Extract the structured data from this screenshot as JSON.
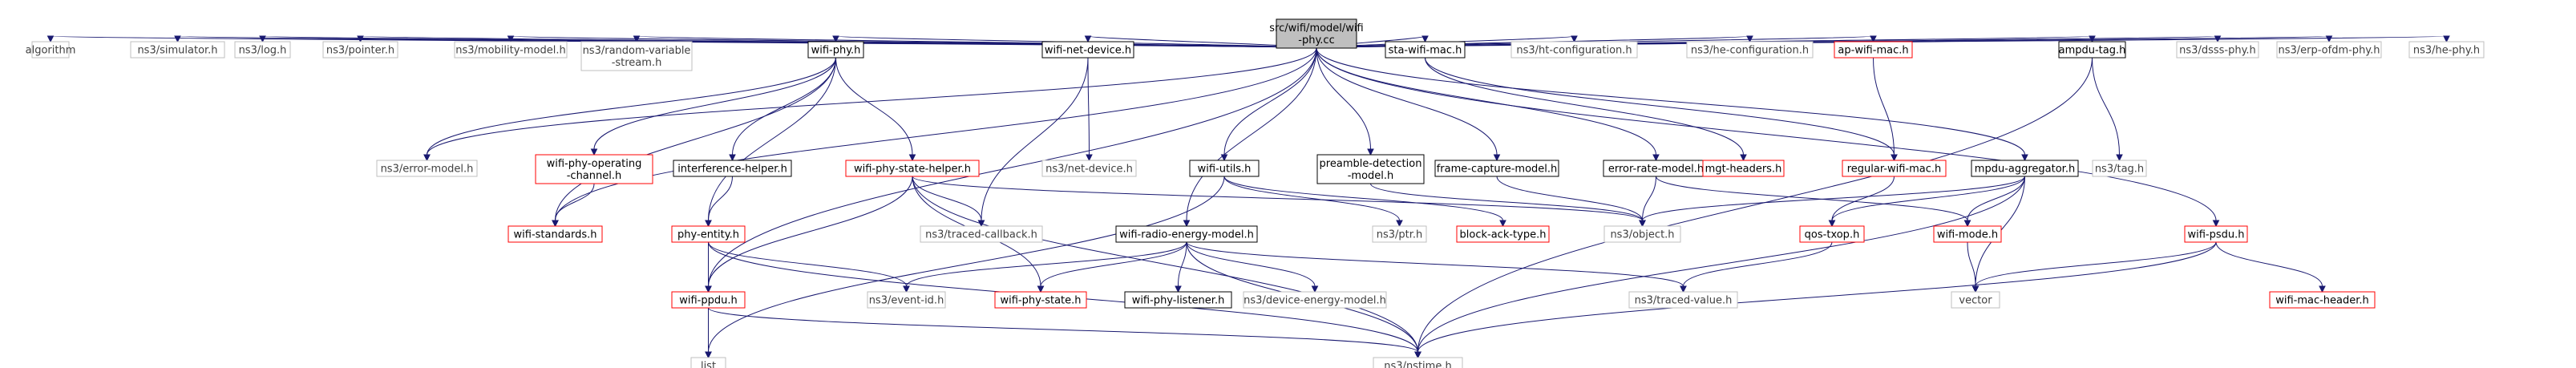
{
  "colors": {
    "root_fill": "#bfbfbf",
    "root_stroke": "#000000",
    "documented_stroke": "#000000",
    "external_stroke": "#bfbfbf",
    "missing_stroke": "#ff0000",
    "external_text": "#404040",
    "edge": "#191970"
  },
  "nodes": [
    {
      "id": "root",
      "lines": [
        "src/wifi/model/wifi",
        "-phy.cc"
      ],
      "style": "root"
    },
    {
      "id": "algorithm",
      "lines": [
        "algorithm"
      ],
      "style": "external"
    },
    {
      "id": "simulator",
      "lines": [
        "ns3/simulator.h"
      ],
      "style": "external"
    },
    {
      "id": "log",
      "lines": [
        "ns3/log.h"
      ],
      "style": "external"
    },
    {
      "id": "pointer",
      "lines": [
        "ns3/pointer.h"
      ],
      "style": "external"
    },
    {
      "id": "mobility",
      "lines": [
        "ns3/mobility-model.h"
      ],
      "style": "external"
    },
    {
      "id": "random",
      "lines": [
        "ns3/random-variable",
        "-stream.h"
      ],
      "style": "external"
    },
    {
      "id": "wifiphy",
      "lines": [
        "wifi-phy.h"
      ],
      "style": "documented"
    },
    {
      "id": "netdevice",
      "lines": [
        "wifi-net-device.h"
      ],
      "style": "documented"
    },
    {
      "id": "stamac",
      "lines": [
        "sta-wifi-mac.h"
      ],
      "style": "documented"
    },
    {
      "id": "htconf",
      "lines": [
        "ns3/ht-configuration.h"
      ],
      "style": "external"
    },
    {
      "id": "heconf",
      "lines": [
        "ns3/he-configuration.h"
      ],
      "style": "external"
    },
    {
      "id": "apmac",
      "lines": [
        "ap-wifi-mac.h"
      ],
      "style": "missing"
    },
    {
      "id": "ampdutag",
      "lines": [
        "ampdu-tag.h"
      ],
      "style": "documented"
    },
    {
      "id": "dsss",
      "lines": [
        "ns3/dsss-phy.h"
      ],
      "style": "external"
    },
    {
      "id": "erpofdm",
      "lines": [
        "ns3/erp-ofdm-phy.h"
      ],
      "style": "external"
    },
    {
      "id": "hephy",
      "lines": [
        "ns3/he-phy.h"
      ],
      "style": "external"
    },
    {
      "id": "errormodel",
      "lines": [
        "ns3/error-model.h"
      ],
      "style": "external"
    },
    {
      "id": "opchannel",
      "lines": [
        "wifi-phy-operating",
        "-channel.h"
      ],
      "style": "missing"
    },
    {
      "id": "interference",
      "lines": [
        "interference-helper.h"
      ],
      "style": "documented"
    },
    {
      "id": "statehelper",
      "lines": [
        "wifi-phy-state-helper.h"
      ],
      "style": "missing"
    },
    {
      "id": "ns3netdevice",
      "lines": [
        "ns3/net-device.h"
      ],
      "style": "external"
    },
    {
      "id": "wifiutils",
      "lines": [
        "wifi-utils.h"
      ],
      "style": "documented"
    },
    {
      "id": "preamble",
      "lines": [
        "preamble-detection",
        "-model.h"
      ],
      "style": "documented"
    },
    {
      "id": "framecapture",
      "lines": [
        "frame-capture-model.h"
      ],
      "style": "documented"
    },
    {
      "id": "errorrate",
      "lines": [
        "error-rate-model.h"
      ],
      "style": "documented"
    },
    {
      "id": "mgtheaders",
      "lines": [
        "mgt-headers.h"
      ],
      "style": "missing"
    },
    {
      "id": "regularmac",
      "lines": [
        "regular-wifi-mac.h"
      ],
      "style": "missing"
    },
    {
      "id": "mpduagg",
      "lines": [
        "mpdu-aggregator.h"
      ],
      "style": "documented"
    },
    {
      "id": "ns3tag",
      "lines": [
        "ns3/tag.h"
      ],
      "style": "external"
    },
    {
      "id": "wifipsdu",
      "lines": [
        "wifi-psdu.h"
      ],
      "style": "missing"
    },
    {
      "id": "standards",
      "lines": [
        "wifi-standards.h"
      ],
      "style": "missing"
    },
    {
      "id": "phyentity",
      "lines": [
        "phy-entity.h"
      ],
      "style": "missing"
    },
    {
      "id": "tracedcb",
      "lines": [
        "ns3/traced-callback.h"
      ],
      "style": "external"
    },
    {
      "id": "radioenergy",
      "lines": [
        "wifi-radio-energy-model.h"
      ],
      "style": "documented"
    },
    {
      "id": "ptr",
      "lines": [
        "ns3/ptr.h"
      ],
      "style": "external"
    },
    {
      "id": "blockack",
      "lines": [
        "block-ack-type.h"
      ],
      "style": "missing"
    },
    {
      "id": "object",
      "lines": [
        "ns3/object.h"
      ],
      "style": "external"
    },
    {
      "id": "qostxop",
      "lines": [
        "qos-txop.h"
      ],
      "style": "missing"
    },
    {
      "id": "wifimode",
      "lines": [
        "wifi-mode.h"
      ],
      "style": "missing"
    },
    {
      "id": "eventid",
      "lines": [
        "ns3/event-id.h"
      ],
      "style": "external"
    },
    {
      "id": "phystate",
      "lines": [
        "wifi-phy-state.h"
      ],
      "style": "missing"
    },
    {
      "id": "phylistener",
      "lines": [
        "wifi-phy-listener.h"
      ],
      "style": "documented"
    },
    {
      "id": "devenergy",
      "lines": [
        "ns3/device-energy-model.h"
      ],
      "style": "external"
    },
    {
      "id": "tracedvalue",
      "lines": [
        "ns3/traced-value.h"
      ],
      "style": "external"
    },
    {
      "id": "vector",
      "lines": [
        "vector"
      ],
      "style": "external"
    },
    {
      "id": "machdr",
      "lines": [
        "wifi-mac-header.h"
      ],
      "style": "missing"
    },
    {
      "id": "ppdu",
      "lines": [
        "wifi-ppdu.h"
      ],
      "style": "missing"
    },
    {
      "id": "list",
      "lines": [
        "list"
      ],
      "style": "external"
    },
    {
      "id": "nstime",
      "lines": [
        "ns3/nstime.h"
      ],
      "style": "external"
    }
  ],
  "edges": [
    [
      "root",
      "algorithm"
    ],
    [
      "root",
      "simulator"
    ],
    [
      "root",
      "log"
    ],
    [
      "root",
      "pointer"
    ],
    [
      "root",
      "mobility"
    ],
    [
      "root",
      "random"
    ],
    [
      "root",
      "wifiphy"
    ],
    [
      "root",
      "netdevice"
    ],
    [
      "root",
      "stamac"
    ],
    [
      "root",
      "htconf"
    ],
    [
      "root",
      "heconf"
    ],
    [
      "root",
      "apmac"
    ],
    [
      "root",
      "ampdutag"
    ],
    [
      "root",
      "dsss"
    ],
    [
      "root",
      "erpofdm"
    ],
    [
      "root",
      "hephy"
    ],
    [
      "root",
      "errormodel"
    ],
    [
      "root",
      "wifiutils"
    ],
    [
      "root",
      "preamble"
    ],
    [
      "root",
      "framecapture"
    ],
    [
      "root",
      "errorrate"
    ],
    [
      "root",
      "mpduagg"
    ],
    [
      "root",
      "wifipsdu"
    ],
    [
      "root",
      "standards"
    ],
    [
      "root",
      "radioenergy"
    ],
    [
      "root",
      "ppdu"
    ],
    [
      "wifiphy",
      "errormodel"
    ],
    [
      "wifiphy",
      "opchannel"
    ],
    [
      "wifiphy",
      "interference"
    ],
    [
      "wifiphy",
      "statehelper"
    ],
    [
      "wifiphy",
      "standards"
    ],
    [
      "wifiphy",
      "phyentity"
    ],
    [
      "opchannel",
      "standards"
    ],
    [
      "interference",
      "phyentity"
    ],
    [
      "statehelper",
      "tracedcb"
    ],
    [
      "statehelper",
      "object"
    ],
    [
      "statehelper",
      "phystate"
    ],
    [
      "statehelper",
      "ppdu"
    ],
    [
      "statehelper",
      "nstime"
    ],
    [
      "netdevice",
      "ns3netdevice"
    ],
    [
      "netdevice",
      "tracedcb"
    ],
    [
      "wifiutils",
      "ptr"
    ],
    [
      "wifiutils",
      "blockack"
    ],
    [
      "wifiutils",
      "list"
    ],
    [
      "preamble",
      "object"
    ],
    [
      "framecapture",
      "object"
    ],
    [
      "errorrate",
      "object"
    ],
    [
      "errorrate",
      "wifimode"
    ],
    [
      "stamac",
      "mgtheaders"
    ],
    [
      "stamac",
      "regularmac"
    ],
    [
      "apmac",
      "regularmac"
    ],
    [
      "regularmac",
      "qostxop"
    ],
    [
      "mpduagg",
      "object"
    ],
    [
      "mpduagg",
      "qostxop"
    ],
    [
      "mpduagg",
      "wifimode"
    ],
    [
      "mpduagg",
      "vector"
    ],
    [
      "mpduagg",
      "nstime"
    ],
    [
      "ampdutag",
      "ns3tag"
    ],
    [
      "ampdutag",
      "nstime"
    ],
    [
      "wifipsdu",
      "vector"
    ],
    [
      "wifipsdu",
      "machdr"
    ],
    [
      "wifipsdu",
      "nstime"
    ],
    [
      "phyentity",
      "ppdu"
    ],
    [
      "phyentity",
      "eventid"
    ],
    [
      "phyentity",
      "list"
    ],
    [
      "phyentity",
      "nstime"
    ],
    [
      "radioenergy",
      "eventid"
    ],
    [
      "radioenergy",
      "phystate"
    ],
    [
      "radioenergy",
      "phylistener"
    ],
    [
      "radioenergy",
      "devenergy"
    ],
    [
      "radioenergy",
      "tracedvalue"
    ],
    [
      "radioenergy",
      "nstime"
    ],
    [
      "qostxop",
      "tracedvalue"
    ],
    [
      "wifimode",
      "vector"
    ],
    [
      "ppdu",
      "list"
    ],
    [
      "ppdu",
      "nstime"
    ]
  ]
}
